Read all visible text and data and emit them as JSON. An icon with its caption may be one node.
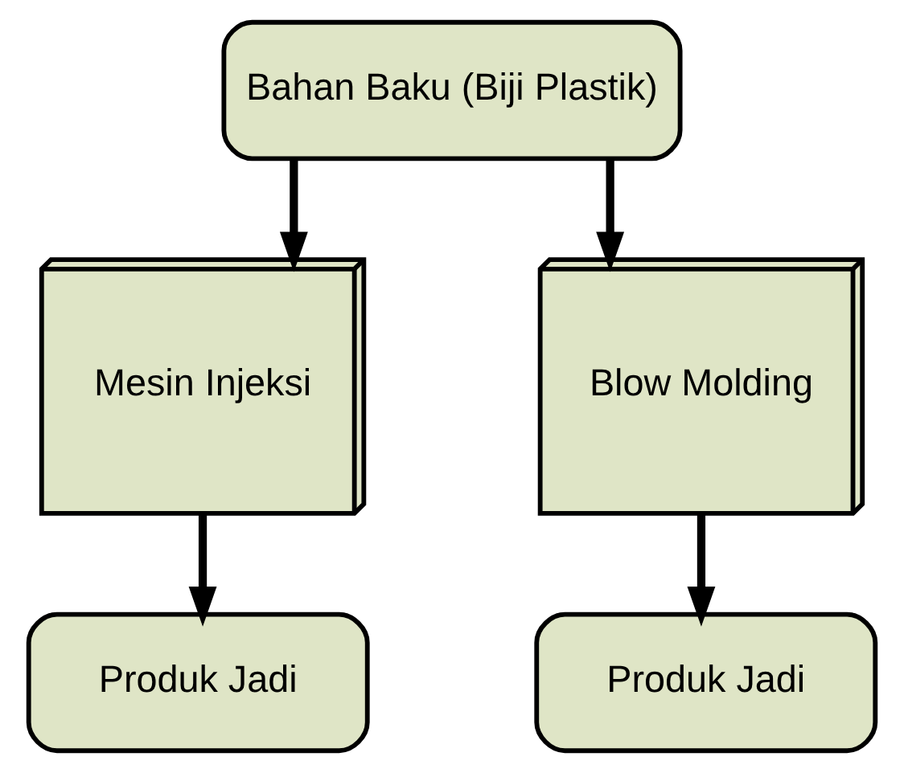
{
  "diagram": {
    "nodes": [
      {
        "text": [
          "Bahan Baku (Biji Plastik)"
        ]
      },
      {
        "text": [
          "Mesin Injeksi"
        ]
      },
      {
        "text": [
          "Blow Molding"
        ]
      },
      {
        "text": [
          "Produk Jadi"
        ]
      },
      {
        "text": [
          "Produk Jadi"
        ]
      }
    ],
    "edges": [
      {
        "from": 0,
        "to": 1,
        "arrow": "to"
      },
      {
        "from": 0,
        "to": 2,
        "arrow": "to"
      },
      {
        "from": 1,
        "to": 3,
        "arrow": "to"
      },
      {
        "from": 2,
        "to": 4,
        "arrow": "to"
      }
    ]
  }
}
